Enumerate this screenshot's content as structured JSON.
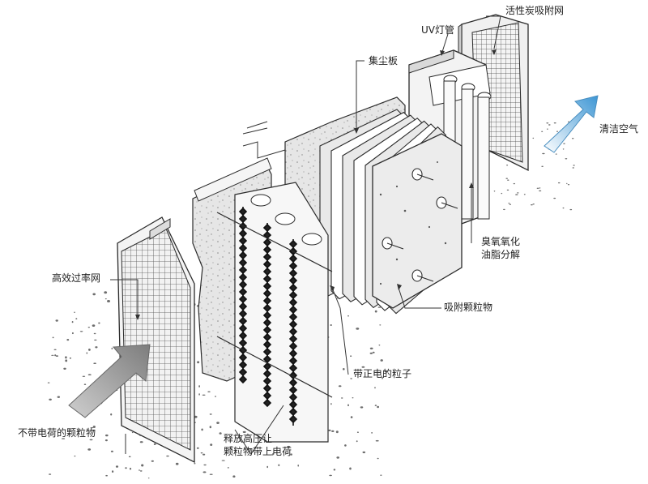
{
  "labels": {
    "activated_carbon_mesh": "活性炭吸附网",
    "uv_lamp": "UV灯管",
    "dust_collector_plate": "集尘板",
    "clean_air": "清洁空气",
    "ozone_line1": "臭氧氧化",
    "ozone_line2": "油脂分解",
    "hepa_mesh": "高效过率网",
    "adsorbed_particles": "吸附颗粒物",
    "charged_particles": "带正电的粒子",
    "uncharged_particles": "不带电荷的颗粒物",
    "high_voltage_line1": "释放高压让",
    "high_voltage_line2": "颗粒物带上电荷"
  },
  "colors": {
    "outline": "#2b2b2b",
    "panel_fill": "#f4f4f4",
    "panel_shade": "#d9d9d9",
    "dots": "#6d6d6d",
    "arrow_in": "#9a9a9a",
    "arrow_out": "#5aa8d8"
  }
}
